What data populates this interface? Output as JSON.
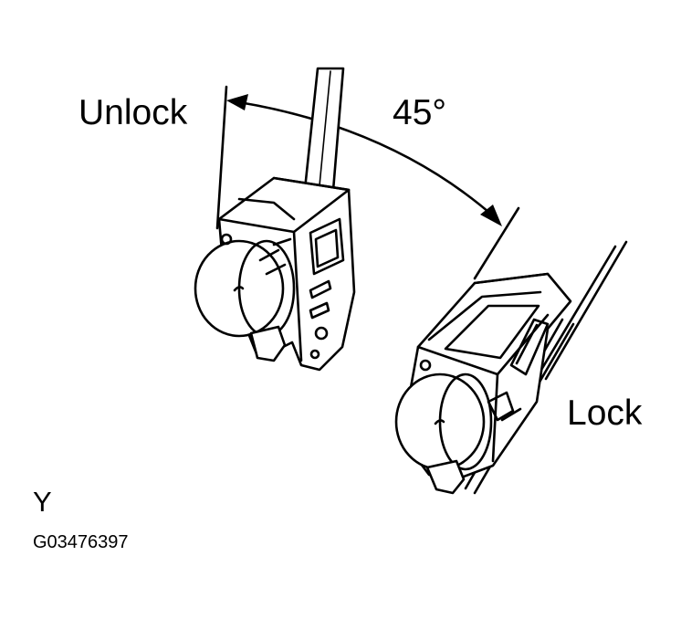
{
  "labels": {
    "unlock": "Unlock",
    "angle": "45°",
    "lock": "Lock",
    "view": "Y",
    "code": "G03476397"
  },
  "colors": {
    "line": "#000000",
    "background": "#ffffff"
  }
}
